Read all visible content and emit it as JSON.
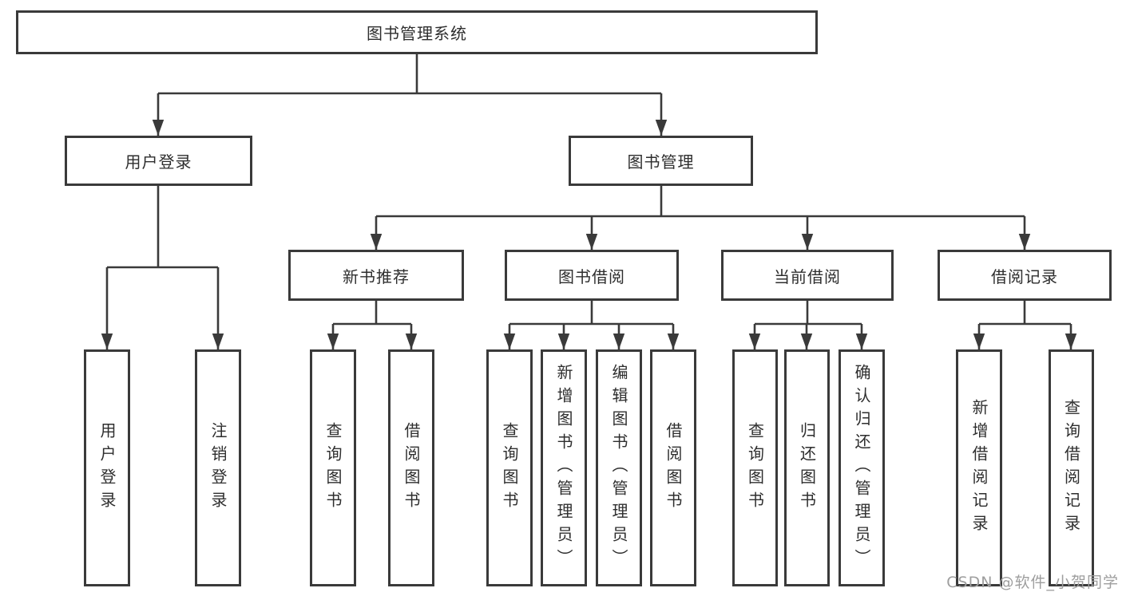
{
  "diagram": {
    "type": "hierarchy-tree",
    "tree": {
      "label": "图书管理系统",
      "children": [
        {
          "label": "用户登录",
          "children": [
            {
              "label": "用户登录"
            },
            {
              "label": "注销登录"
            }
          ]
        },
        {
          "label": "图书管理",
          "children": [
            {
              "label": "新书推荐",
              "children": [
                {
                  "label": "查询图书"
                },
                {
                  "label": "借阅图书"
                }
              ]
            },
            {
              "label": "图书借阅",
              "children": [
                {
                  "label": "查询图书"
                },
                {
                  "label": "新增图书（管理员）"
                },
                {
                  "label": "编辑图书（管理员）"
                },
                {
                  "label": "借阅图书"
                }
              ]
            },
            {
              "label": "当前借阅",
              "children": [
                {
                  "label": "查询图书"
                },
                {
                  "label": "归还图书"
                },
                {
                  "label": "确认归还（管理员）"
                }
              ]
            },
            {
              "label": "借阅记录",
              "children": [
                {
                  "label": "新增借阅记录"
                },
                {
                  "label": "查询借阅记录"
                }
              ]
            }
          ]
        }
      ]
    }
  },
  "watermark": "CSDN @软件_小贺同学",
  "colors": {
    "line": "#3a3a3a",
    "box_border": "#3a3a3a",
    "text": "#2e2e2e",
    "background": "#ffffff",
    "watermark": "#9e9e9e"
  }
}
